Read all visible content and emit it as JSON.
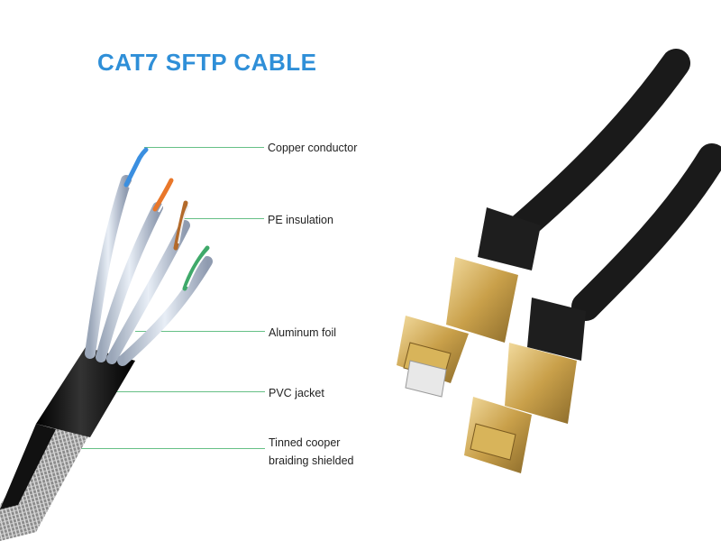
{
  "title": "CAT7 SFTP CABLE",
  "labels": {
    "copper_conductor": "Copper conductor",
    "pe_insulation": "PE insulation",
    "aluminum_foil": "Aluminum foil",
    "pvc_jacket": "PVC jacket",
    "tinned_braid_line1": "Tinned cooper",
    "tinned_braid_line2": "braiding shielded"
  },
  "colors": {
    "title": "#2f8fd8",
    "leader_line": "#66c086",
    "jacket": "#111111",
    "plug_gold": "#c9a04a"
  }
}
